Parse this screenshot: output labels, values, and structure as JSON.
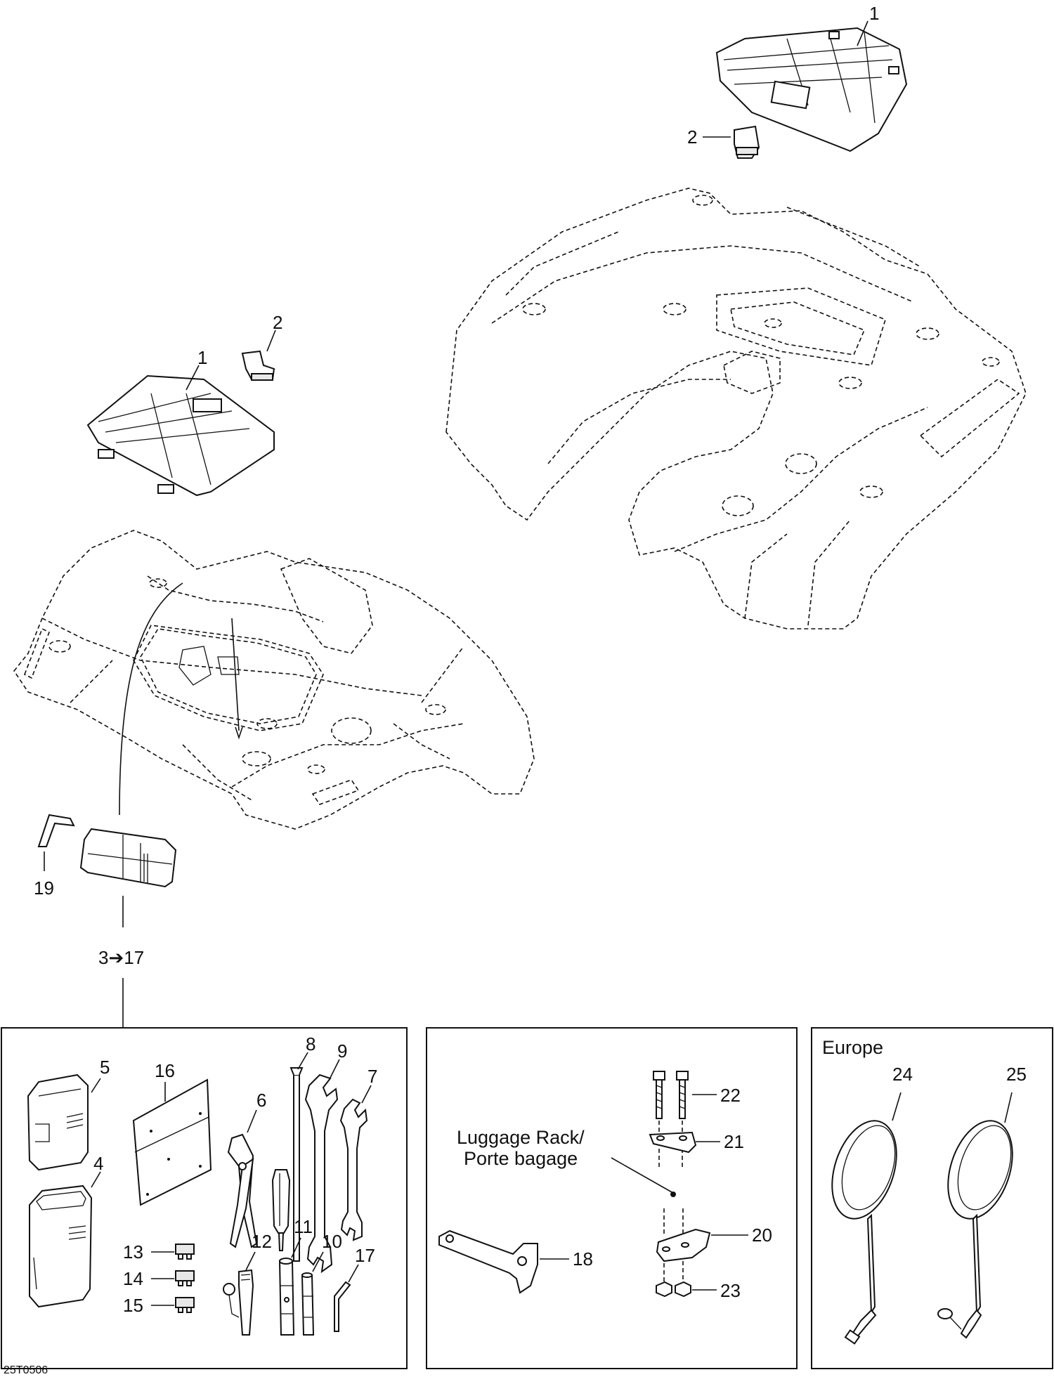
{
  "drawing_code": "25T0506",
  "callouts": {
    "c1_top": "1",
    "c2_top": "2",
    "c1_left": "1",
    "c2_left": "2",
    "c19": "19",
    "c3to17": "3➔17",
    "c5": "5",
    "c4": "4",
    "c16": "16",
    "c6": "6",
    "c8": "8",
    "c9": "9",
    "c7": "7",
    "c12": "12",
    "c11": "11",
    "c10": "10",
    "c17": "17",
    "c13": "13",
    "c14": "14",
    "c15": "15",
    "c22": "22",
    "c21": "21",
    "c20": "20",
    "c18": "18",
    "c23": "23",
    "c24": "24",
    "c25": "25"
  },
  "luggage_note": {
    "line1": "Luggage Rack/",
    "line2": "Porte bagage"
  },
  "europe_label": "Europe",
  "icons": [
    "storage-lid",
    "latch",
    "rear-fender-body",
    "front-fender-body",
    "tool-bag",
    "fuse",
    "wrench",
    "pliers",
    "screwdriver",
    "socket-wrench",
    "hex-key",
    "spanner",
    "bolt",
    "bracket",
    "nut",
    "mirror"
  ]
}
